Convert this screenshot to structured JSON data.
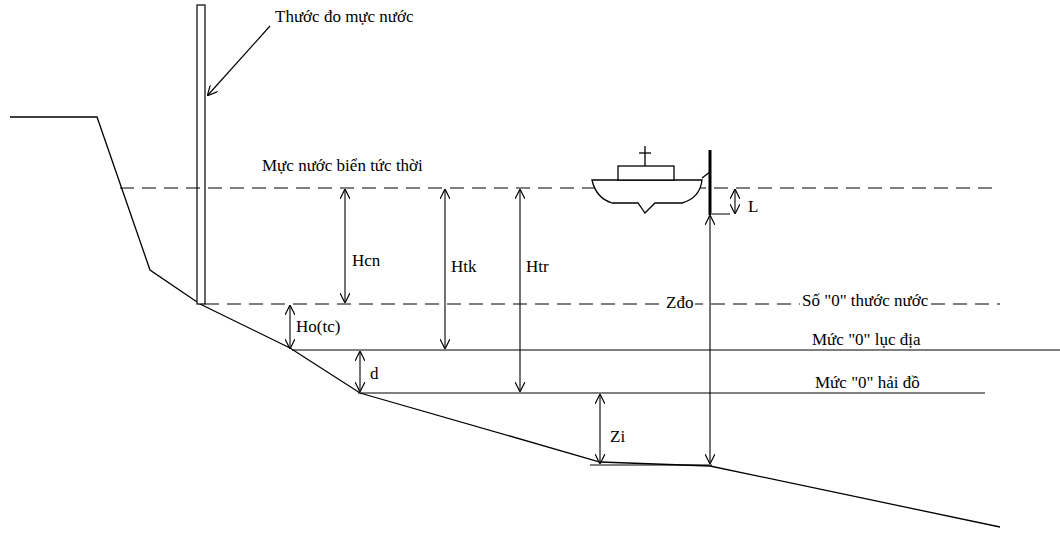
{
  "diagram": {
    "labels": [
      "Thước đo mực nước",
      "Mực nước biển tức thời",
      "Hcn",
      "Htk",
      "Htr",
      "L",
      "Zđo",
      "Số \"0\" thước nước",
      "Ho(tc)",
      "Mức \"0\" lục địa",
      "d",
      "Mức \"0\" hải đồ",
      "Zi"
    ]
  }
}
